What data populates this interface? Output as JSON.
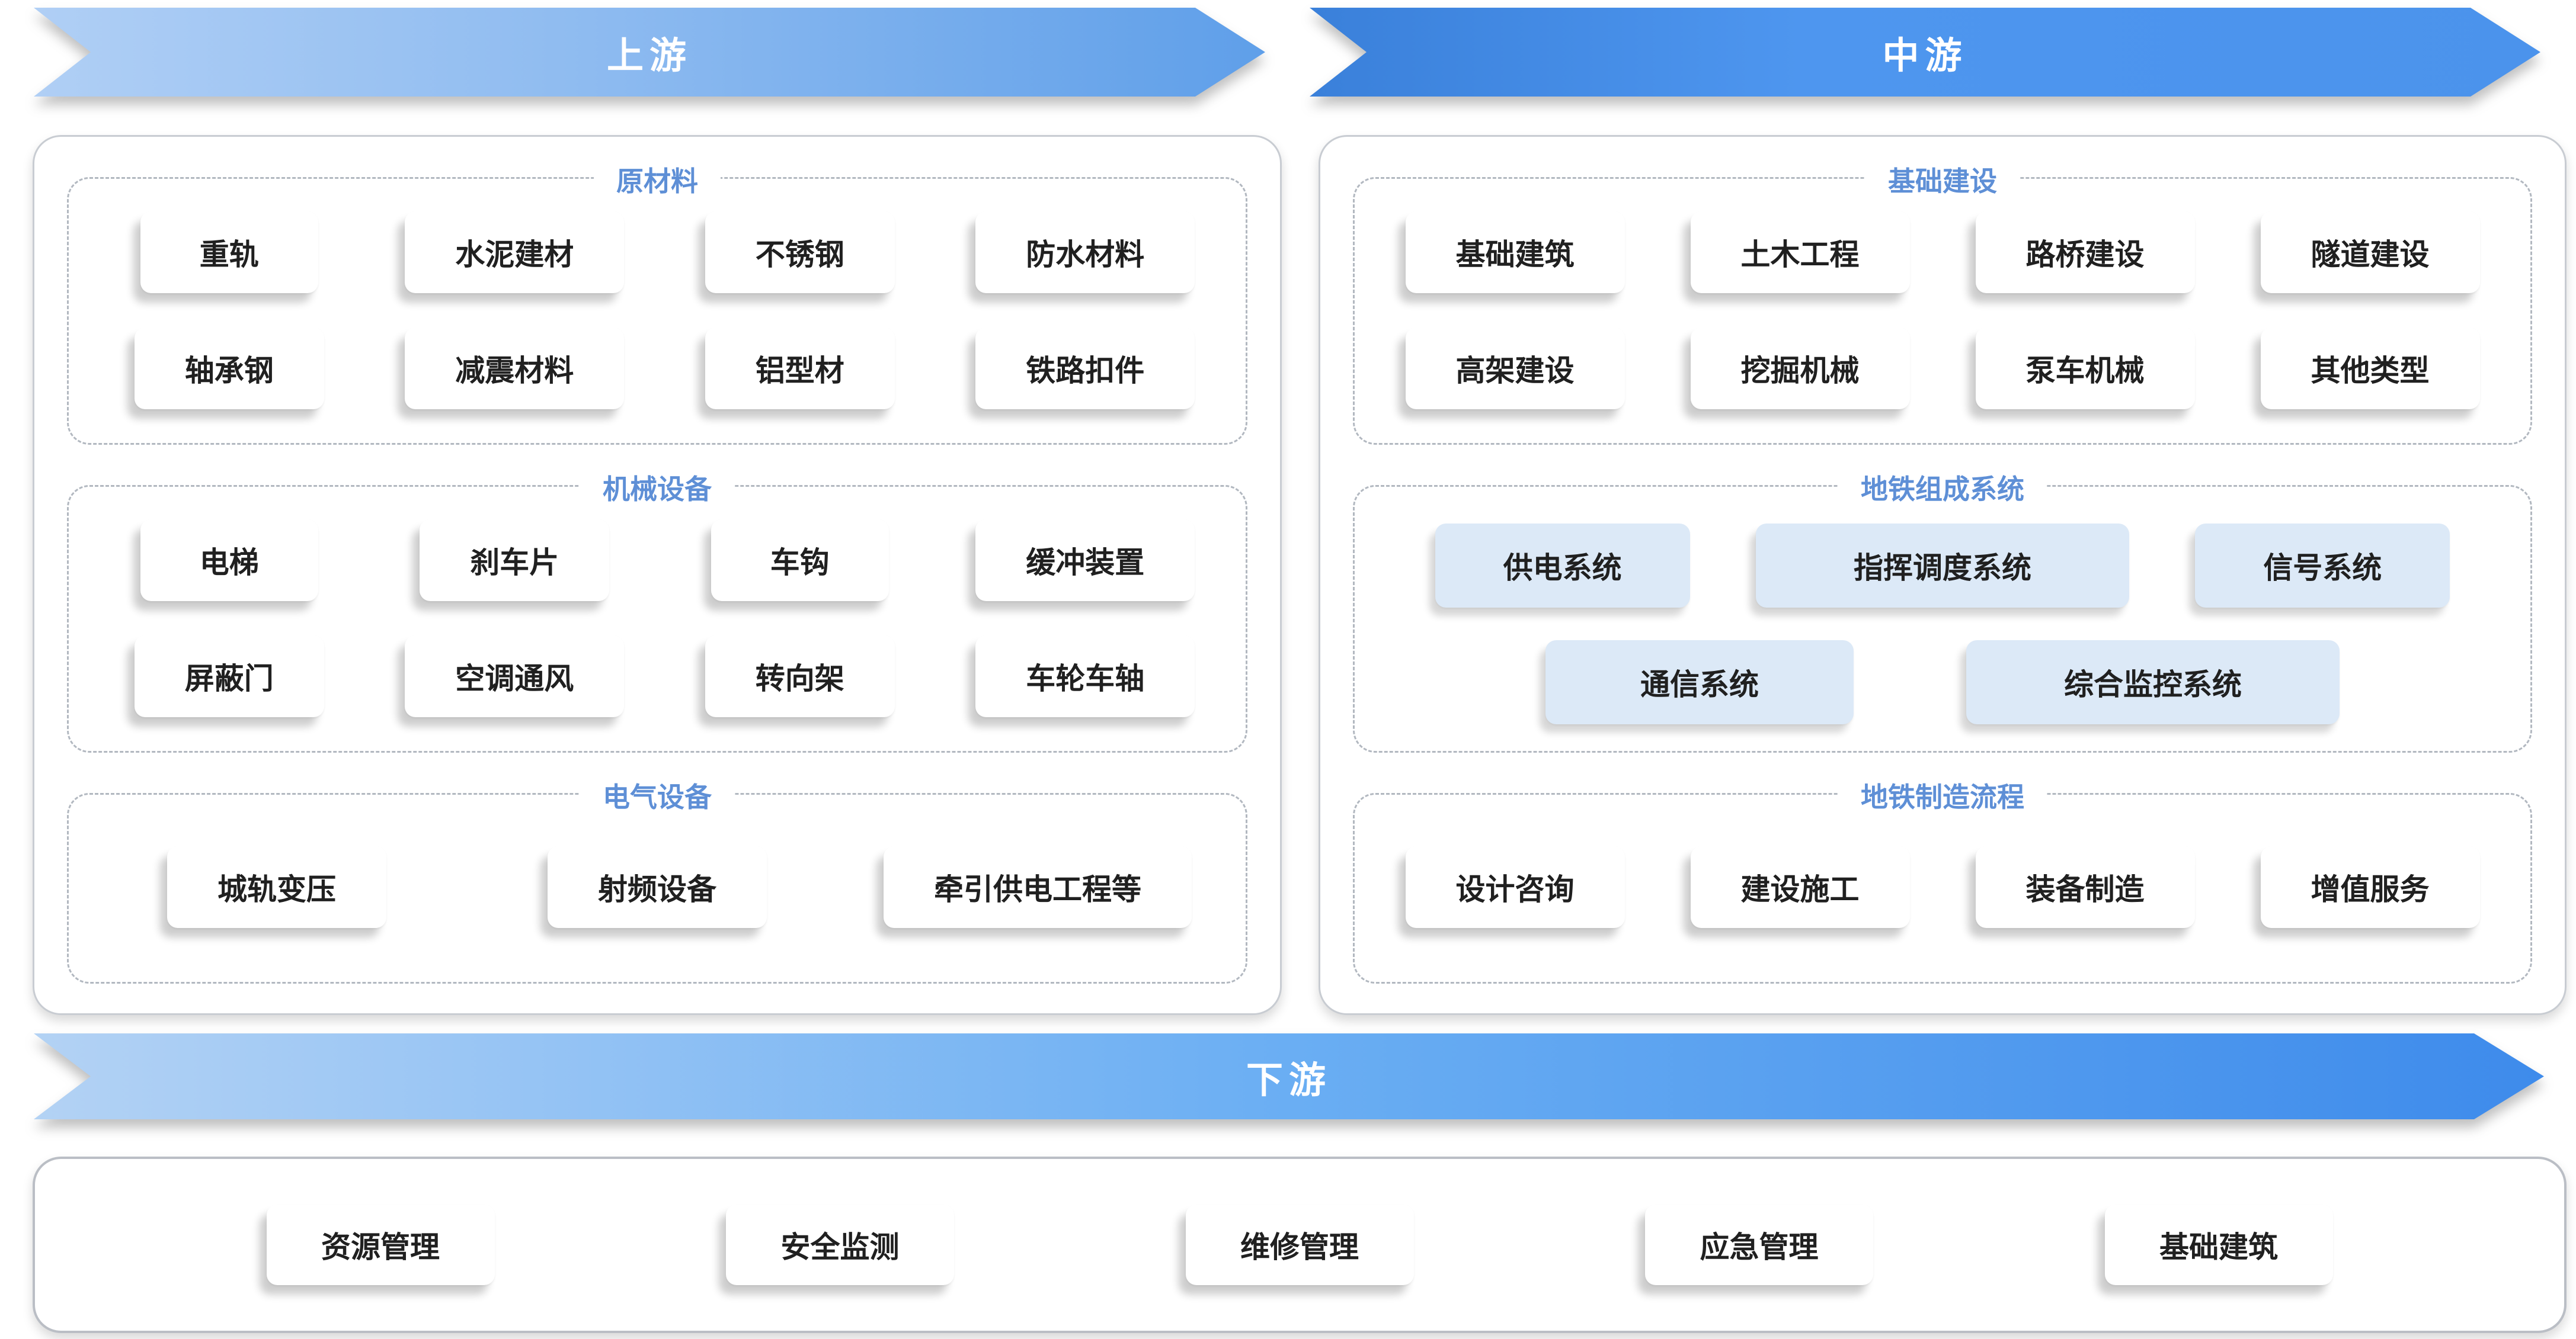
{
  "upstream": {
    "banner": "上游",
    "sections": [
      {
        "title": "原材料",
        "items": [
          "重轨",
          "水泥建材",
          "不锈钢",
          "防水材料",
          "轴承钢",
          "减震材料",
          "铝型材",
          "铁路扣件"
        ]
      },
      {
        "title": "机械设备",
        "items": [
          "电梯",
          "刹车片",
          "车钩",
          "缓冲装置",
          "屏蔽门",
          "空调通风",
          "转向架",
          "车轮车轴"
        ]
      },
      {
        "title": "电气设备",
        "items": [
          "城轨变压",
          "射频设备",
          "牵引供电工程等"
        ]
      }
    ]
  },
  "midstream": {
    "banner": "中游",
    "sections": [
      {
        "title": "基础建设",
        "items": [
          "基础建筑",
          "土木工程",
          "路桥建设",
          "隧道建设",
          "高架建设",
          "挖掘机械",
          "泵车机械",
          "其他类型"
        ]
      },
      {
        "title": "地铁组成系统",
        "row1": [
          "供电系统",
          "指挥调度系统",
          "信号系统"
        ],
        "row2": [
          "通信系统",
          "综合监控系统"
        ]
      },
      {
        "title": "地铁制造流程",
        "items": [
          "设计咨询",
          "建设施工",
          "装备制造",
          "增值服务"
        ]
      }
    ]
  },
  "downstream": {
    "banner": "下游",
    "items": [
      "资源管理",
      "安全监测",
      "维修管理",
      "应急管理",
      "基础建筑"
    ]
  },
  "colors": {
    "banner_gradient_light": "#b0cff5",
    "banner_gradient_dark": "#3e8beb",
    "banner_mid_blue": "#4b93ec",
    "section_title_blue": "#5e8fd6",
    "card_white": "#ffffff",
    "card_light_blue": "#dce9f7",
    "panel_border_gray": "#c8ccd2",
    "dashed_border_gray": "#b2b8c0",
    "card_text": "#202020"
  }
}
